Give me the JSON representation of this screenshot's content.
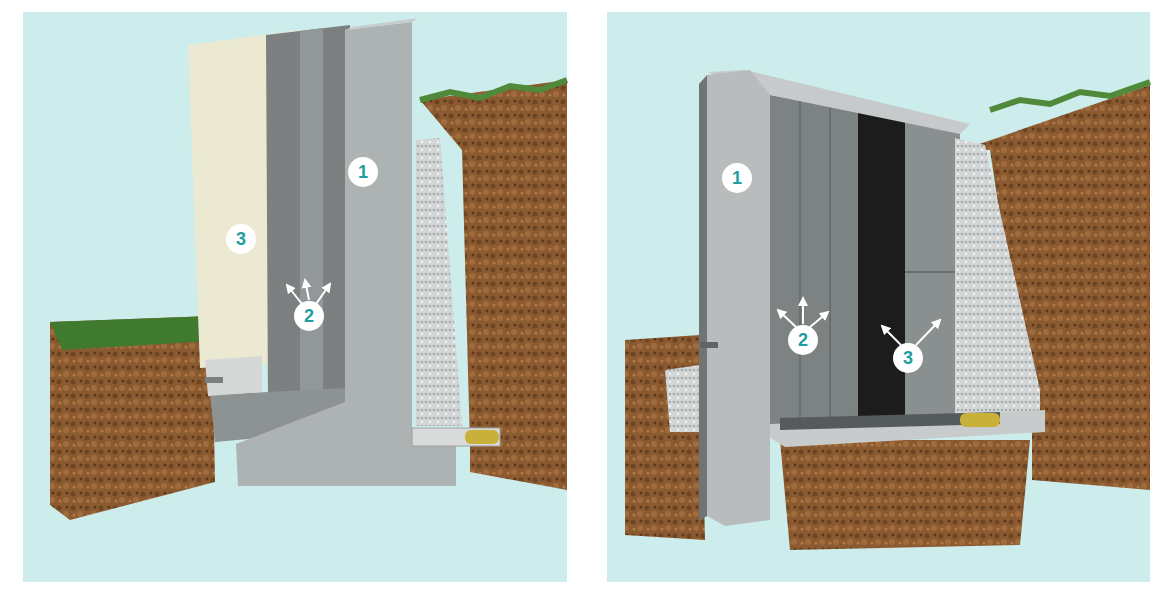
{
  "diagram": {
    "labels": [
      "1",
      "3",
      "2",
      "1",
      "2",
      "3"
    ]
  }
}
